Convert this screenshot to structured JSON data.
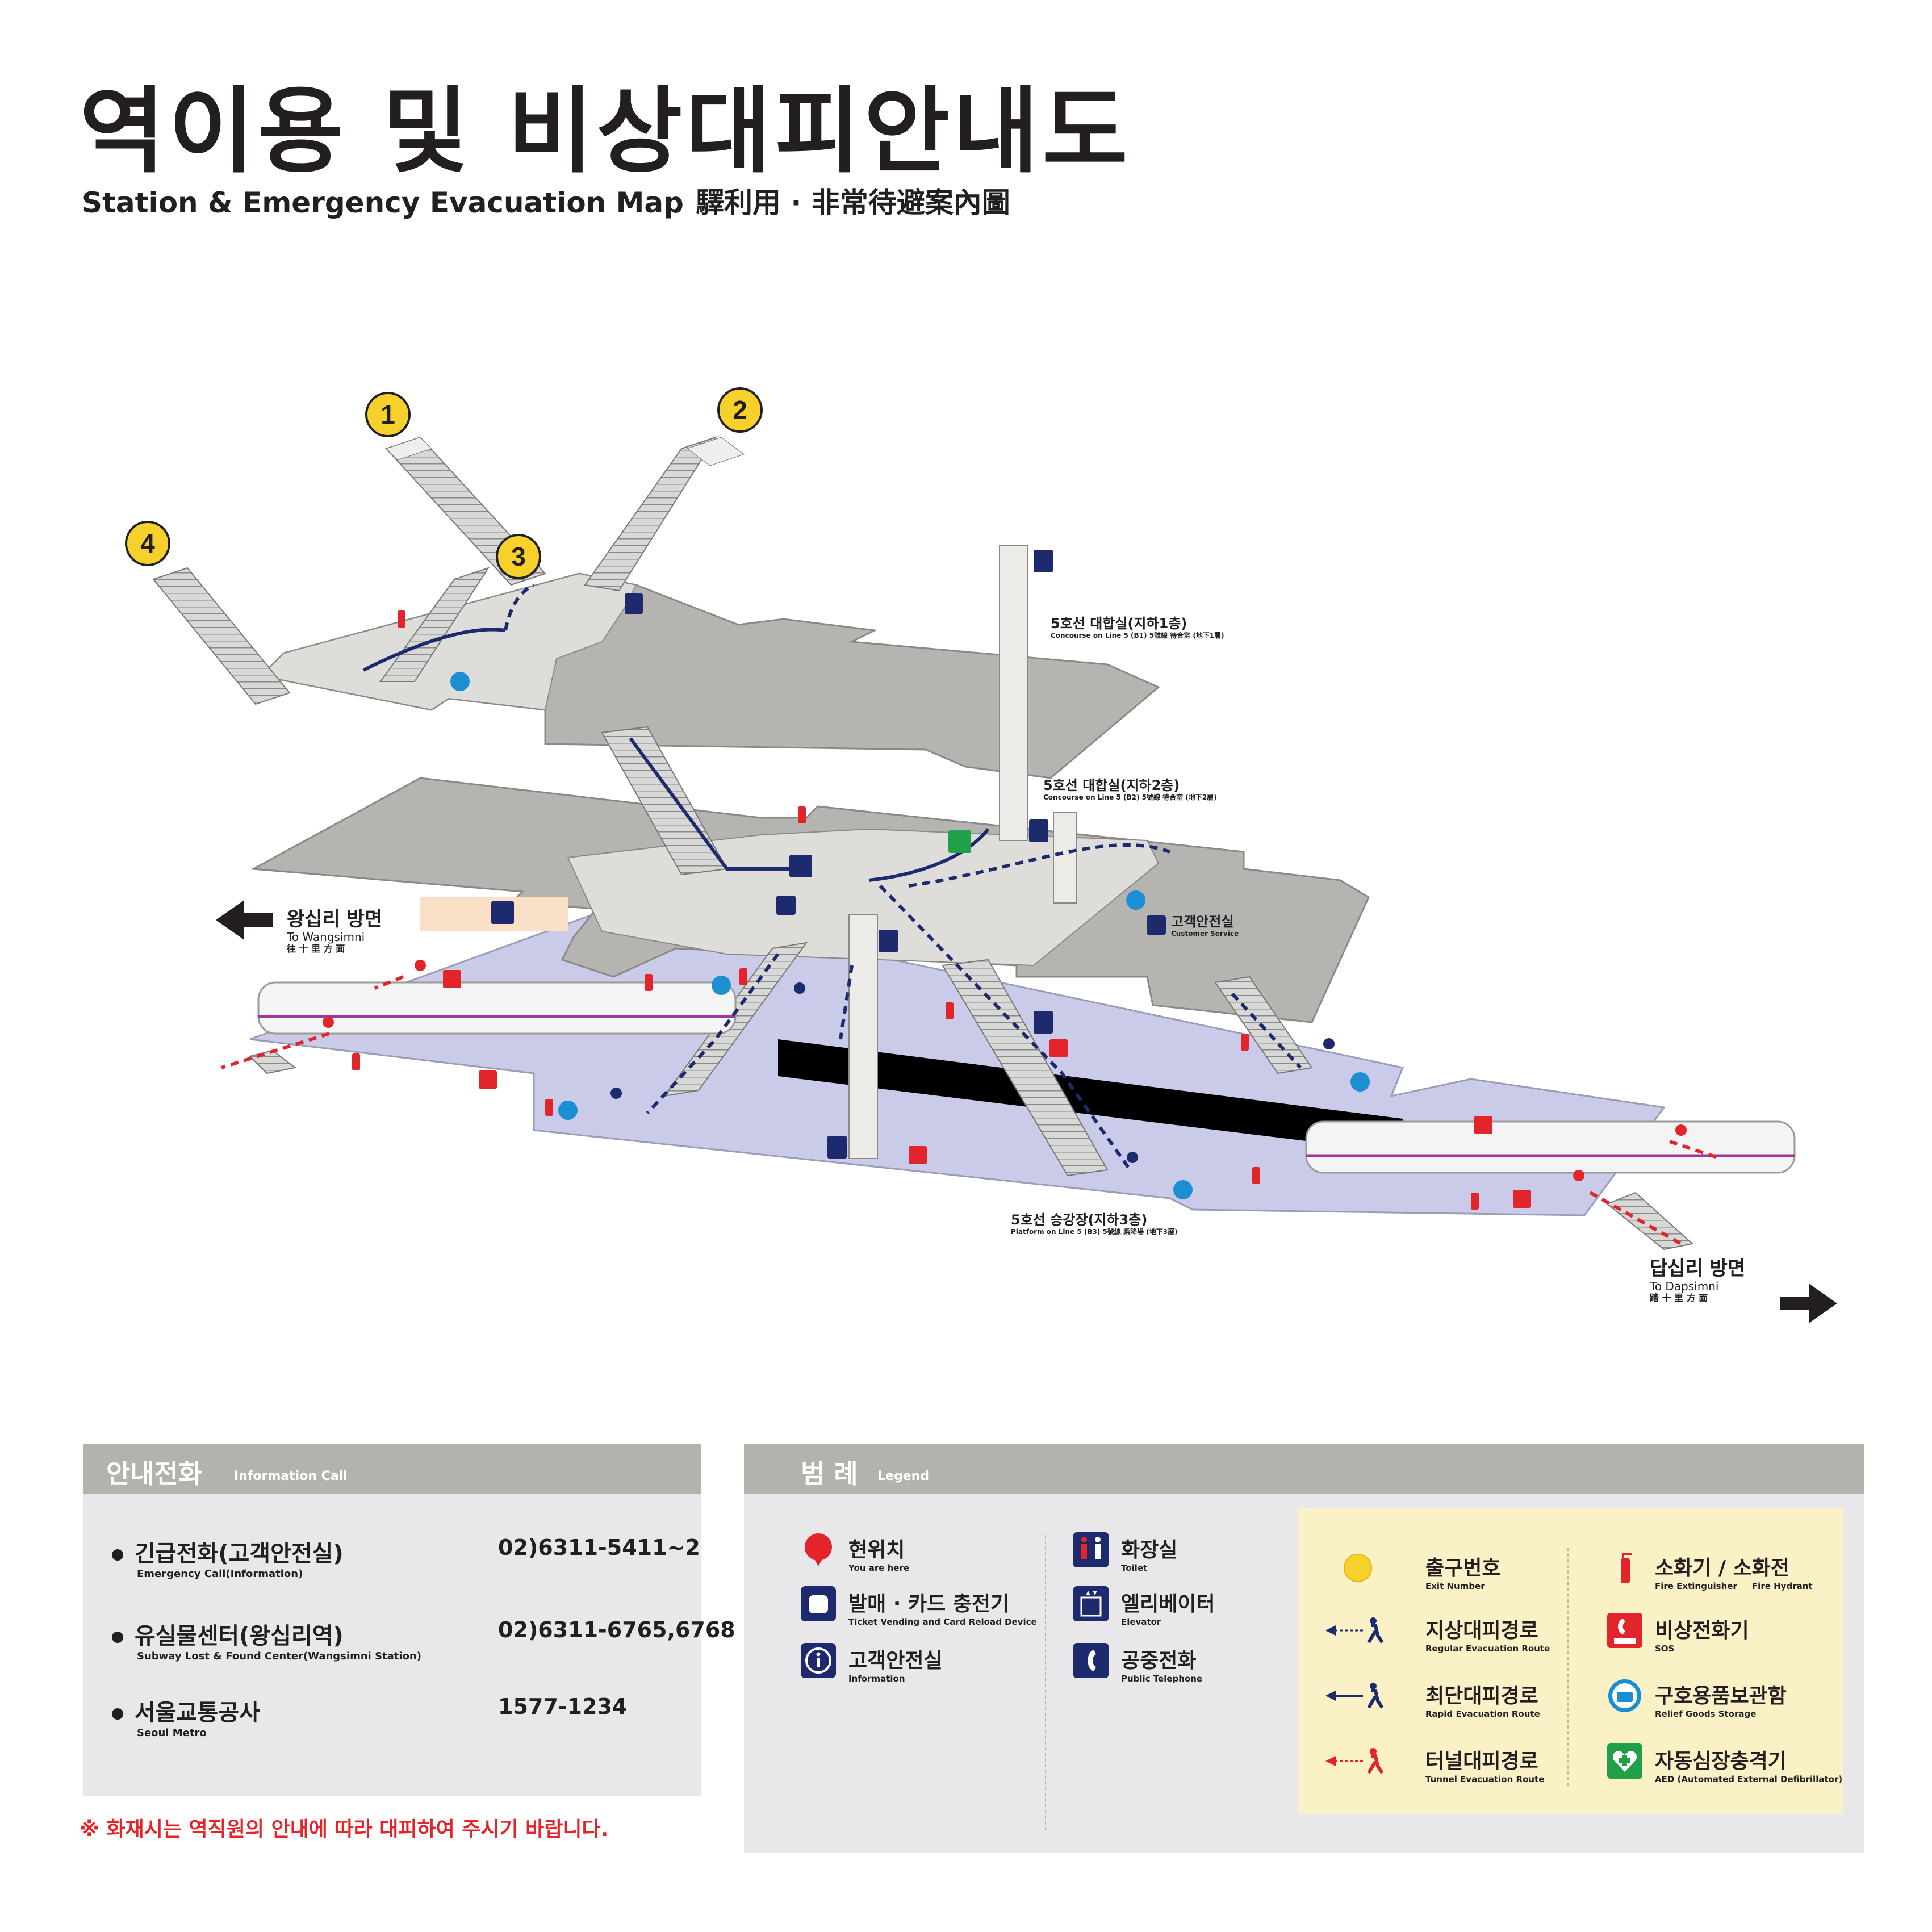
{
  "title": {
    "korean": "역이용 및 비상대피안내도",
    "english": "Station & Emergency Evacuation Map",
    "hanja": "驛利用 · 非常待避案內圖"
  },
  "exits": [
    "1",
    "2",
    "3",
    "4"
  ],
  "levels": [
    {
      "ko": "5호선 대합실(지하1층)",
      "en": "Concourse on Line 5 (B1)  5號線 待合室 (地下1層)"
    },
    {
      "ko": "5호선 대합실(지하2층)",
      "en": "Concourse on Line 5 (B2)  5號線 待合室 (地下2層)"
    },
    {
      "ko": "5호선 승강장(지하3층)",
      "en": "Platform on Line 5 (B3)  5號線 乘降場 (地下3層)"
    }
  ],
  "customer_service": {
    "ko": "고객안전실",
    "en": "Customer Service"
  },
  "directions": {
    "left": {
      "ko": "왕십리 방면",
      "en": "To Wangsimni",
      "han": "往 十 里  方 面"
    },
    "right": {
      "ko": "답십리 방면",
      "en": "To Dapsimni",
      "han": "踏 十 里  方 面"
    }
  },
  "info_call": {
    "heading_ko": "안내전화",
    "heading_en": "Information Call",
    "items": [
      {
        "name": "긴급전화(고객안전실)",
        "sub": "Emergency Call(Information)",
        "number": "02)6311-5411~2"
      },
      {
        "name": "유실물센터(왕십리역)",
        "sub": "Subway Lost & Found Center(Wangsimni Station)",
        "number": "02)6311-6765,6768"
      },
      {
        "name": "서울교통공사",
        "sub": "Seoul Metro",
        "number": "1577-1234"
      }
    ]
  },
  "notice": "※ 화재시는 역직원의 안내에 따라 대피하여 주시기 바랍니다.",
  "legend": {
    "heading_ko": "범 례",
    "heading_en": "Legend",
    "left_items": [
      {
        "icon": "you-are-here-icon",
        "ko": "현위치",
        "en": "You are here"
      },
      {
        "icon": "ticket-vending-icon",
        "ko": "발매 · 카드 충전기",
        "en": "Ticket Vending and Card Reload Device"
      },
      {
        "icon": "information-icon",
        "ko": "고객안전실",
        "en": "Information"
      },
      {
        "icon": "toilet-icon",
        "ko": "화장실",
        "en": "Toilet"
      },
      {
        "icon": "elevator-icon",
        "ko": "엘리베이터",
        "en": "Elevator"
      },
      {
        "icon": "public-telephone-icon",
        "ko": "공중전화",
        "en": "Public Telephone"
      }
    ],
    "safety_items": [
      {
        "icon": "exit-number-icon",
        "ko": "출구번호",
        "en": "Exit Number"
      },
      {
        "icon": "regular-evacuation-icon",
        "ko": "지상대피경로",
        "en": "Regular Evacuation Route"
      },
      {
        "icon": "rapid-evacuation-icon",
        "ko": "최단대피경로",
        "en": "Rapid Evacuation Route"
      },
      {
        "icon": "tunnel-evacuation-icon",
        "ko": "터널대피경로",
        "en": "Tunnel Evacuation Route"
      },
      {
        "icon": "fire-extinguisher-icon",
        "ko": "소화기 / 소화전",
        "en": "Fire Extinguisher     Fire Hydrant"
      },
      {
        "icon": "sos-icon",
        "ko": "비상전화기",
        "en": "SOS"
      },
      {
        "icon": "relief-goods-icon",
        "ko": "구호용품보관함",
        "en": "Relief Goods Storage"
      },
      {
        "icon": "aed-icon",
        "ko": "자동심장충격기",
        "en": "AED (Automated External Defibrillator)"
      }
    ]
  },
  "colors": {
    "navy": "#1d2a6e",
    "red": "#e3242b",
    "yellow": "#f6d02b",
    "concourse_gray": "#b5b4b0",
    "platform_lavender": "#c9cbe8",
    "panel_head": "#b3b2ad",
    "legend_yellow": "#faf1c6",
    "aed_green": "#21a04a",
    "relief_blue": "#1b8fd1"
  }
}
